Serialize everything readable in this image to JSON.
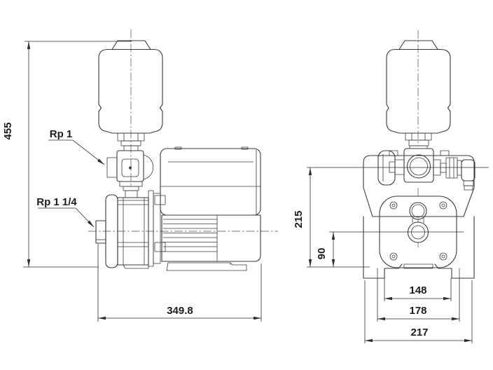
{
  "colors": {
    "background": "#ffffff",
    "line": "#3a3a3a",
    "text": "#1c1c1c"
  },
  "side_view": {
    "dimensions": {
      "overall_height": "455",
      "overall_length": "349.8"
    },
    "ports": {
      "tank_valve_connection": "Rp 1",
      "suction_inlet": "Rp 1 1/4"
    }
  },
  "end_view": {
    "dimensions": {
      "valve_centre_height": "215",
      "port_centre_height": "90",
      "foot_slot_spacing": "148",
      "foot_outer_width": "178",
      "base_overall_width": "217"
    }
  }
}
